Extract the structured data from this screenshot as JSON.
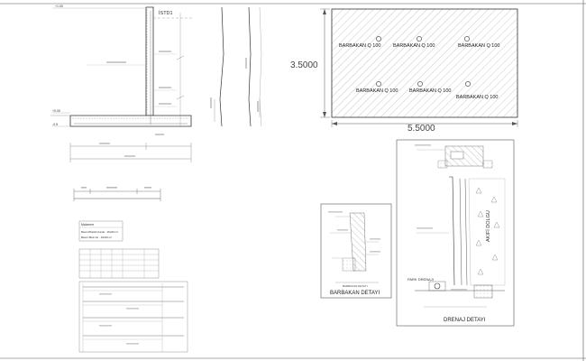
{
  "wall": {
    "code": "İSTD1",
    "elev_top": "+1.00",
    "elev_mid": "+0.00",
    "elev_base": "-0.5"
  },
  "plan": {
    "barbakan_label": "BARBAKAN Q 100",
    "dim_height": "3.5000",
    "dim_width": "5.5000"
  },
  "table": {
    "title": "Malzeme",
    "row1": "Beton/Plastik Kanal : 15x60 m²",
    "row2": "Beton Blok No : 16x00 m²"
  },
  "barbakan_detail": {
    "title": "BARBAKAN DETAYI",
    "subtitle": "BARBAKAN DETAYI"
  },
  "drainage_detail": {
    "title": "DRENAJ DETAYI",
    "fill_label": "AKIFİ DOLGU",
    "pipe_label": "PARK DRENAJI"
  }
}
